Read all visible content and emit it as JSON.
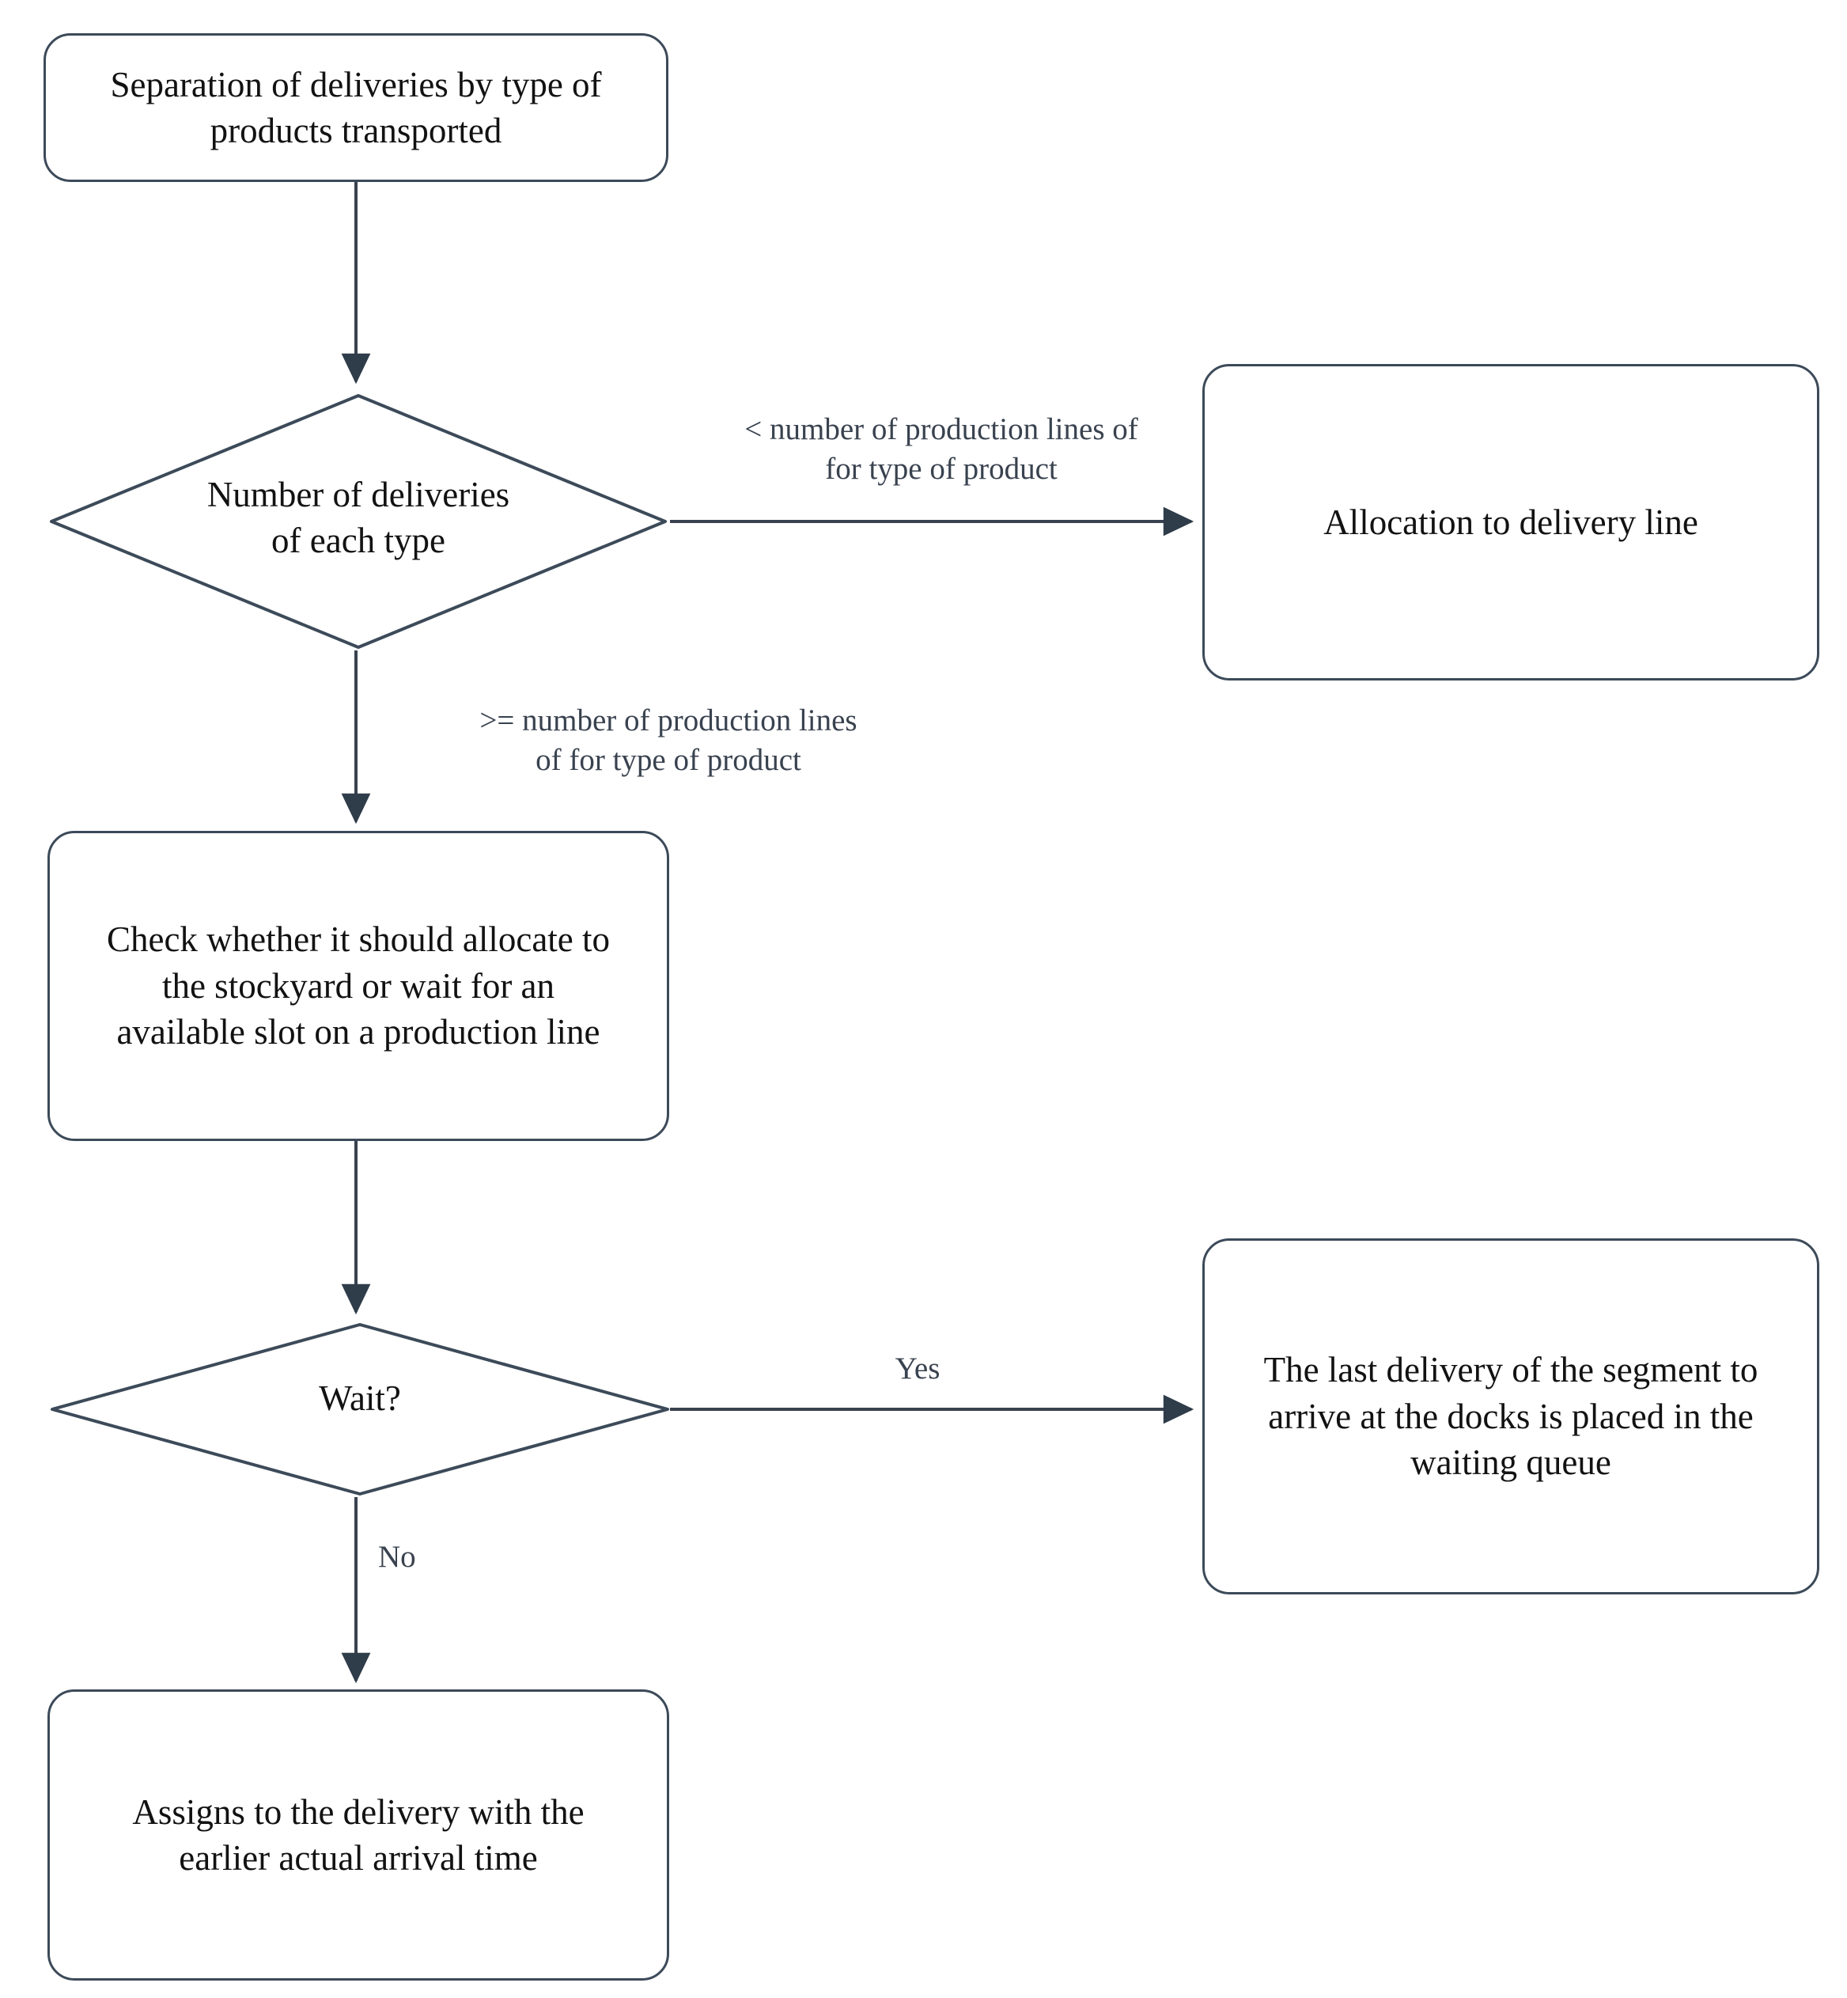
{
  "diagram": {
    "type": "flowchart",
    "orientation": "top-to-bottom with right branches",
    "colors": {
      "node_border": "#3c4a59",
      "node_fill": "#ffffff",
      "edge_stroke": "#39424f",
      "arrowhead_fill": "#2f3c4a",
      "text": "#121212",
      "edge_label_text": "#39424f",
      "background": "#ffffff"
    },
    "nodes": {
      "separation": {
        "shape": "rounded-rectangle",
        "label": "Separation of deliveries by type of\nproducts transported"
      },
      "number_of_deliveries": {
        "shape": "diamond",
        "label": "Number of deliveries\nof each type"
      },
      "allocation_line": {
        "shape": "rounded-rectangle",
        "label": "Allocation to delivery line"
      },
      "check_stockyard": {
        "shape": "rounded-rectangle",
        "label": "Check whether it should allocate to\nthe stockyard or wait for an\navailable slot on a production line"
      },
      "wait_decision": {
        "shape": "diamond",
        "label": "Wait?"
      },
      "waiting_queue": {
        "shape": "rounded-rectangle",
        "label": "The last delivery of the segment to\narrive at the docks is placed in the\nwaiting queue"
      },
      "assign_earlier": {
        "shape": "rounded-rectangle",
        "label": "Assigns to the delivery with the\nearlier actual arrival time"
      }
    },
    "edges": {
      "separation_to_number": {
        "from": "separation",
        "to": "number_of_deliveries",
        "label": ""
      },
      "number_to_allocation": {
        "from": "number_of_deliveries",
        "to": "allocation_line",
        "label": "< number of production lines of\nfor type of product"
      },
      "number_to_check": {
        "from": "number_of_deliveries",
        "to": "check_stockyard",
        "label": ">= number of production lines\nof for type of product"
      },
      "check_to_wait": {
        "from": "check_stockyard",
        "to": "wait_decision",
        "label": ""
      },
      "wait_yes": {
        "from": "wait_decision",
        "to": "waiting_queue",
        "label": "Yes"
      },
      "wait_no": {
        "from": "wait_decision",
        "to": "assign_earlier",
        "label": "No"
      }
    }
  }
}
